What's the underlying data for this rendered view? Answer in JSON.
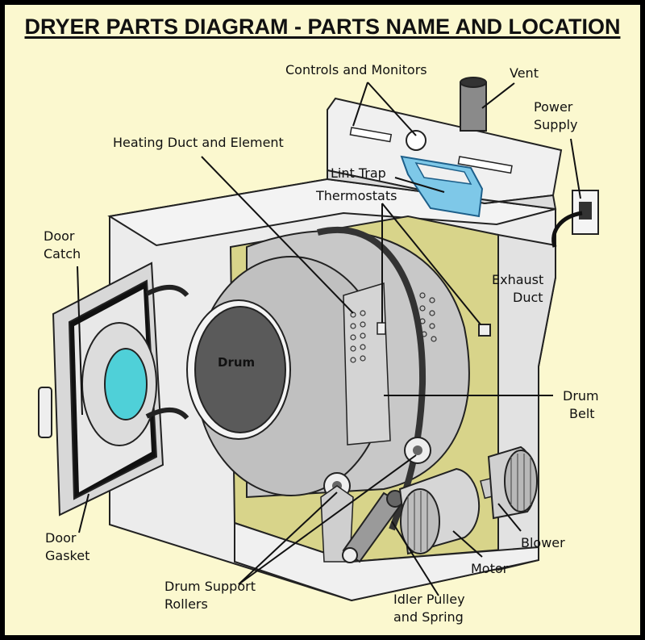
{
  "title": "DRYER PARTS DIAGRAM - PARTS NAME AND LOCATION",
  "labels": {
    "controls": "Controls and Monitors",
    "vent": "Vent",
    "power_1": "Power",
    "power_2": "Supply",
    "heating": "Heating Duct and Element",
    "lint": "Lint Trap",
    "thermostats": "Thermostats",
    "door_catch_1": "Door",
    "door_catch_2": "Catch",
    "exhaust_1": "Exhaust",
    "exhaust_2": "Duct",
    "drum": "Drum",
    "drum_belt_1": "Drum",
    "drum_belt_2": "Belt",
    "door_gasket_1": "Door",
    "door_gasket_2": "Gasket",
    "blower": "Blower",
    "motor": "Motor",
    "rollers_1": "Drum Support",
    "rollers_2": "Rollers",
    "idler_1": "Idler Pulley",
    "idler_2": "and Spring"
  },
  "colors": {
    "background": "#fbf8cf",
    "cabinet": "#ececec",
    "drum": "#c8c8c8",
    "drum_opening": "#5a5a5a",
    "door_glass": "#4fd0d8",
    "lint_trap": "#7ec8e8",
    "interior": "#d8d48a"
  }
}
